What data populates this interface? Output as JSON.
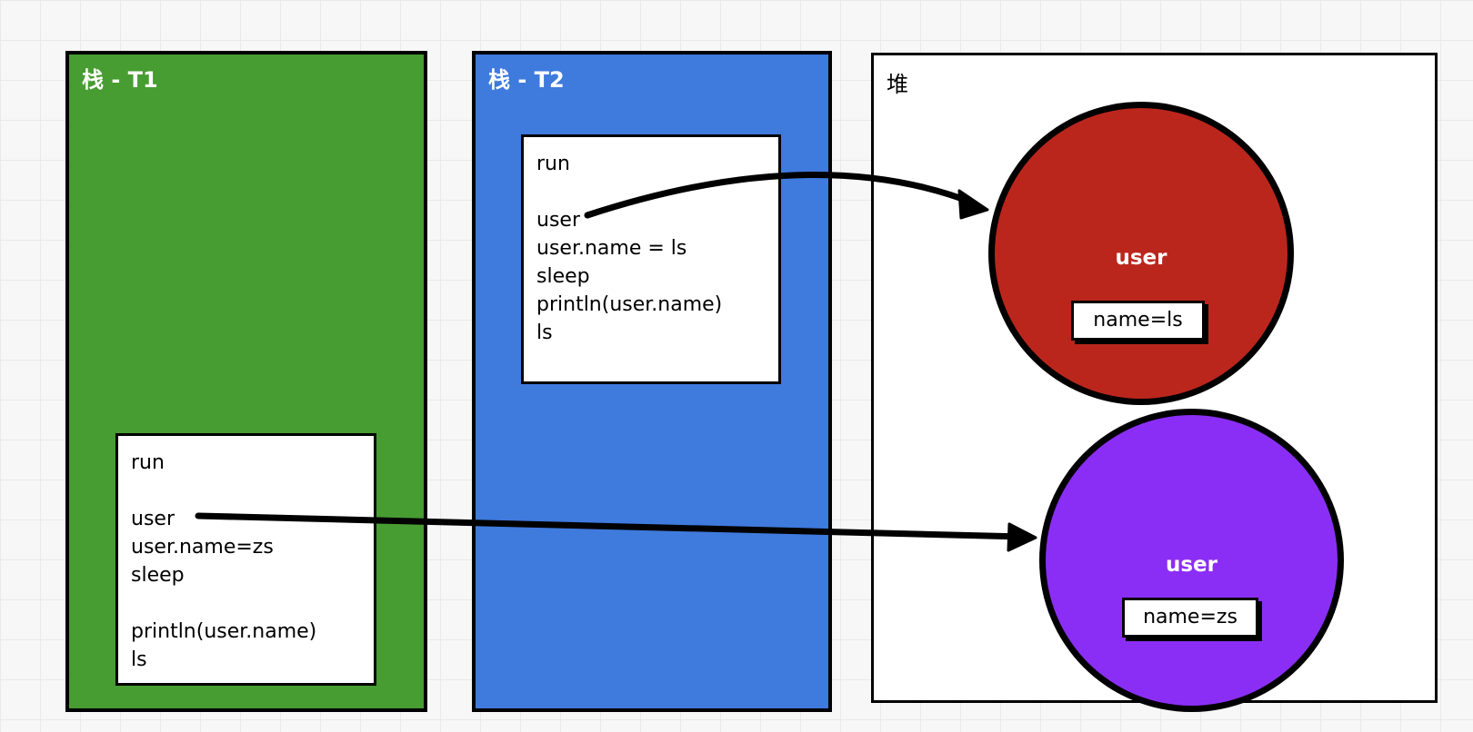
{
  "stack_t1": {
    "title": "栈 - T1",
    "frame": {
      "lines": [
        "run",
        "",
        "user",
        "user.name=zs",
        "sleep",
        "",
        "println(user.name)",
        "ls"
      ]
    }
  },
  "stack_t2": {
    "title": "栈 - T2",
    "frame": {
      "lines": [
        "run",
        "",
        "user",
        "user.name = ls",
        "sleep",
        "println(user.name)",
        "ls"
      ]
    }
  },
  "heap": {
    "title": "堆",
    "objects": [
      {
        "label": "user",
        "field": "name=ls",
        "color": "#bb261c"
      },
      {
        "label": "user",
        "field": "name=zs",
        "color": "#8b2ef5"
      }
    ]
  },
  "colors": {
    "stack_t1": "#479c32",
    "stack_t2": "#3f7add",
    "heap": "#ffffff"
  }
}
